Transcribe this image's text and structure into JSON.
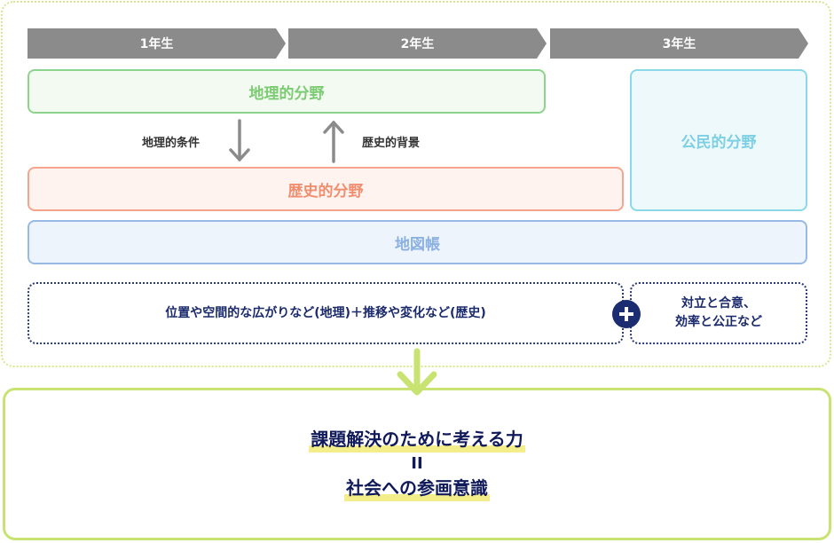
{
  "grades": [
    "1年生",
    "2年生",
    "3年生"
  ],
  "fields": {
    "geography": "地理的分野",
    "history": "歴史的分野",
    "civics": "公民的分野",
    "atlas": "地図帳"
  },
  "links": {
    "down_label": "地理的条件",
    "up_label": "歴史的背景"
  },
  "perspectives": {
    "left": "位置や空間的な広がりなど(地理)＋推移や変化など(歴史)",
    "right_line1": "対立と合意、",
    "right_line2": "効率と公正など"
  },
  "outcome": {
    "line1": "課題解決のために考える力",
    "equals": "II",
    "line2": "社会への参画意識"
  },
  "colors": {
    "grade_bar": "#8b8b8b",
    "geography": "#7ccb73",
    "history": "#f08e6f",
    "civics": "#7dcfe3",
    "atlas": "#8ab0e2",
    "navy": "#1c2c70",
    "lime": "#c8e371"
  }
}
